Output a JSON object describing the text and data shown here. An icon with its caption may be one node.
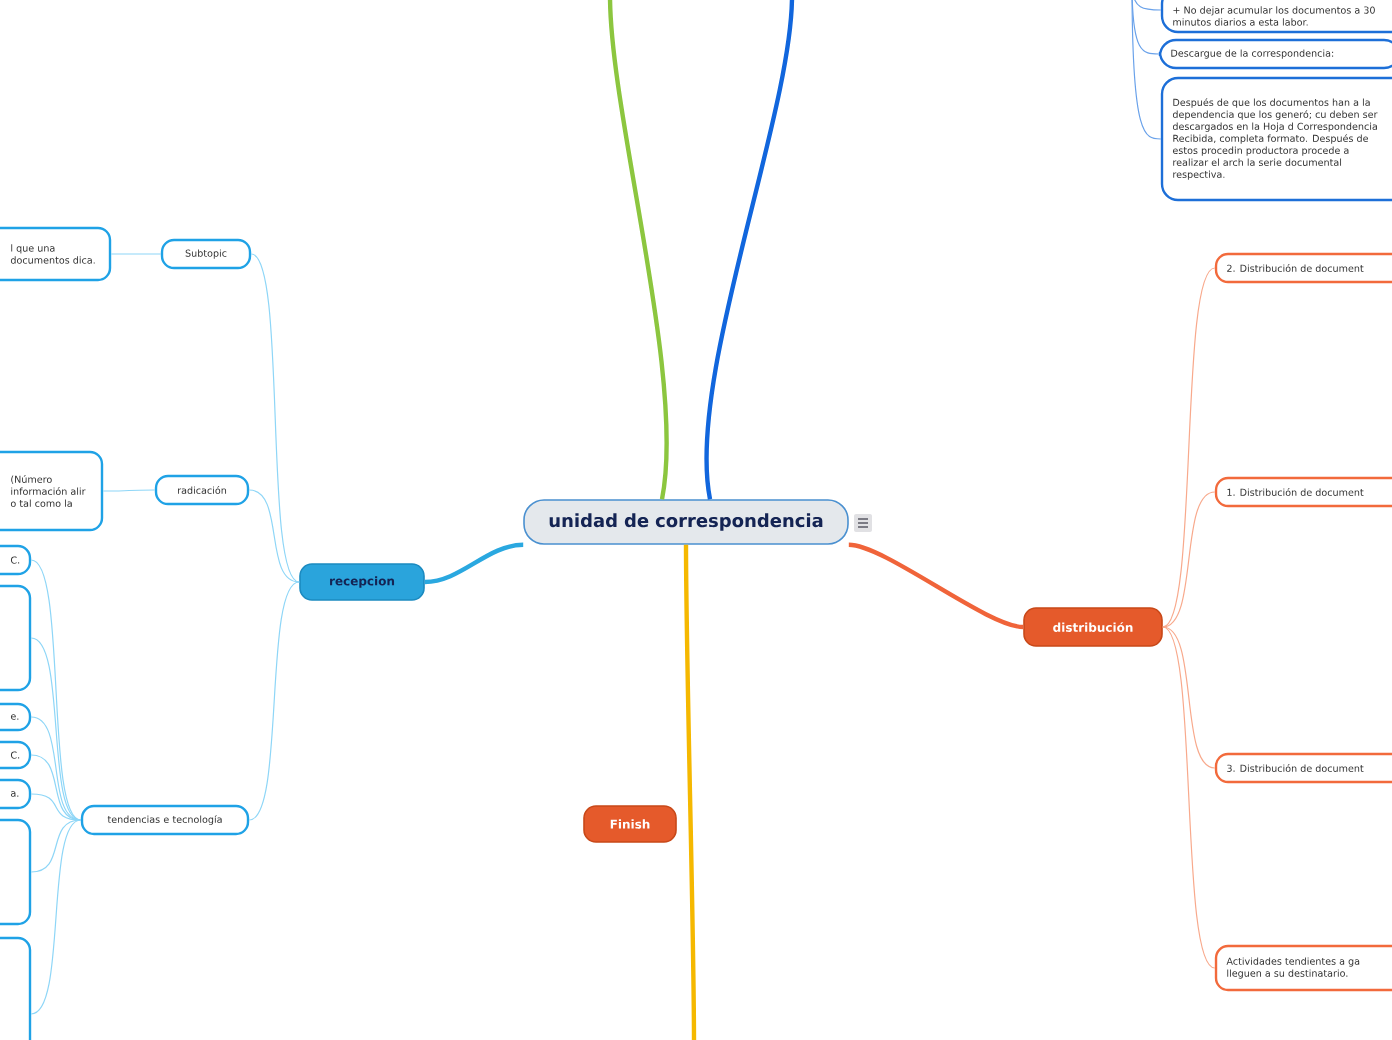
{
  "diagram": {
    "nodes": [
      {
        "text": [
          "unidad de correspondencia"
        ]
      },
      {
        "text": [
          "recepcion"
        ]
      },
      {
        "text": [
          "Subtopic"
        ]
      },
      {
        "text": [
          "l que una documentos dica."
        ]
      },
      {
        "text": [
          "radicación"
        ]
      },
      {
        "text": [
          "(Número información alir o tal como la"
        ]
      },
      {
        "text": [
          "tendencias e tecnología"
        ]
      },
      {
        "text": [
          "C."
        ]
      },
      {
        "text": [],
        "shape": "box"
      },
      {
        "text": [
          "e."
        ]
      },
      {
        "text": [
          "C."
        ]
      },
      {
        "text": [
          "a."
        ]
      },
      {
        "text": [],
        "shape": "box"
      },
      {
        "text": [],
        "shape": "box"
      },
      {
        "text": [
          "distribución"
        ]
      },
      {
        "text": [
          "2. Distribución de document"
        ]
      },
      {
        "text": [
          "1. Distribución de document"
        ]
      },
      {
        "text": [
          "3. Distribución de document"
        ]
      },
      {
        "text": [
          "Actividades tendientes a ga lleguen a su destinatario."
        ]
      },
      {
        "text": [
          "Finish"
        ]
      },
      {
        "text": [
          "+ No dejar acumular los documentos a 30 minutos diarios a esta labor."
        ]
      },
      {
        "text": [
          "Descargue de la correspondencia:"
        ]
      },
      {
        "text": [
          "Después de que los documentos han a la dependencia que los generó; cu deben ser descargados en la Hoja d Correspondencia Recibida, completa formato. Después de estos procedin productora procede a realizar el arch la serie documental respectiva."
        ]
      }
    ],
    "edges": [
      {
        "from": 0,
        "to": 1,
        "arrow": "none",
        "style": "thick",
        "color": "#2aa8e0"
      },
      {
        "from": 1,
        "to": 2,
        "arrow": "none"
      },
      {
        "from": 1,
        "to": 4,
        "arrow": "none"
      },
      {
        "from": 1,
        "to": 6,
        "arrow": "none"
      },
      {
        "from": 2,
        "to": 3,
        "arrow": "none"
      },
      {
        "from": 4,
        "to": 5,
        "arrow": "none"
      },
      {
        "from": 6,
        "to": 7,
        "arrow": "none"
      },
      {
        "from": 6,
        "to": 8,
        "arrow": "none"
      },
      {
        "from": 6,
        "to": 9,
        "arrow": "none"
      },
      {
        "from": 6,
        "to": 10,
        "arrow": "none"
      },
      {
        "from": 6,
        "to": 11,
        "arrow": "none"
      },
      {
        "from": 6,
        "to": 12,
        "arrow": "none"
      },
      {
        "from": 6,
        "to": 13,
        "arrow": "none"
      },
      {
        "from": 0,
        "to": 14,
        "arrow": "none",
        "style": "thick",
        "color": "#f0643a"
      },
      {
        "from": 14,
        "to": 15,
        "arrow": "none",
        "color": "#f8a98c"
      },
      {
        "from": 14,
        "to": 16,
        "arrow": "none",
        "color": "#f8a98c"
      },
      {
        "from": 14,
        "to": 17,
        "arrow": "none",
        "color": "#f8a98c"
      },
      {
        "from": 14,
        "to": 18,
        "arrow": "none",
        "color": "#f8a98c"
      },
      {
        "from": 0,
        "to": null,
        "arrow": "none",
        "style": "thick",
        "color": "#8cc63f"
      },
      {
        "from": 0,
        "to": null,
        "arrow": "none",
        "style": "thick",
        "color": "#1166dd"
      },
      {
        "from": 0,
        "to": null,
        "arrow": "none",
        "style": "thick",
        "color": "#f5b800"
      },
      {
        "from": null,
        "to": 20,
        "arrow": "none",
        "color": "#6aa2ea"
      },
      {
        "from": null,
        "to": 21,
        "arrow": "none",
        "color": "#6aa2ea"
      },
      {
        "from": null,
        "to": 22,
        "arrow": "none",
        "color": "#6aa2ea"
      }
    ]
  }
}
